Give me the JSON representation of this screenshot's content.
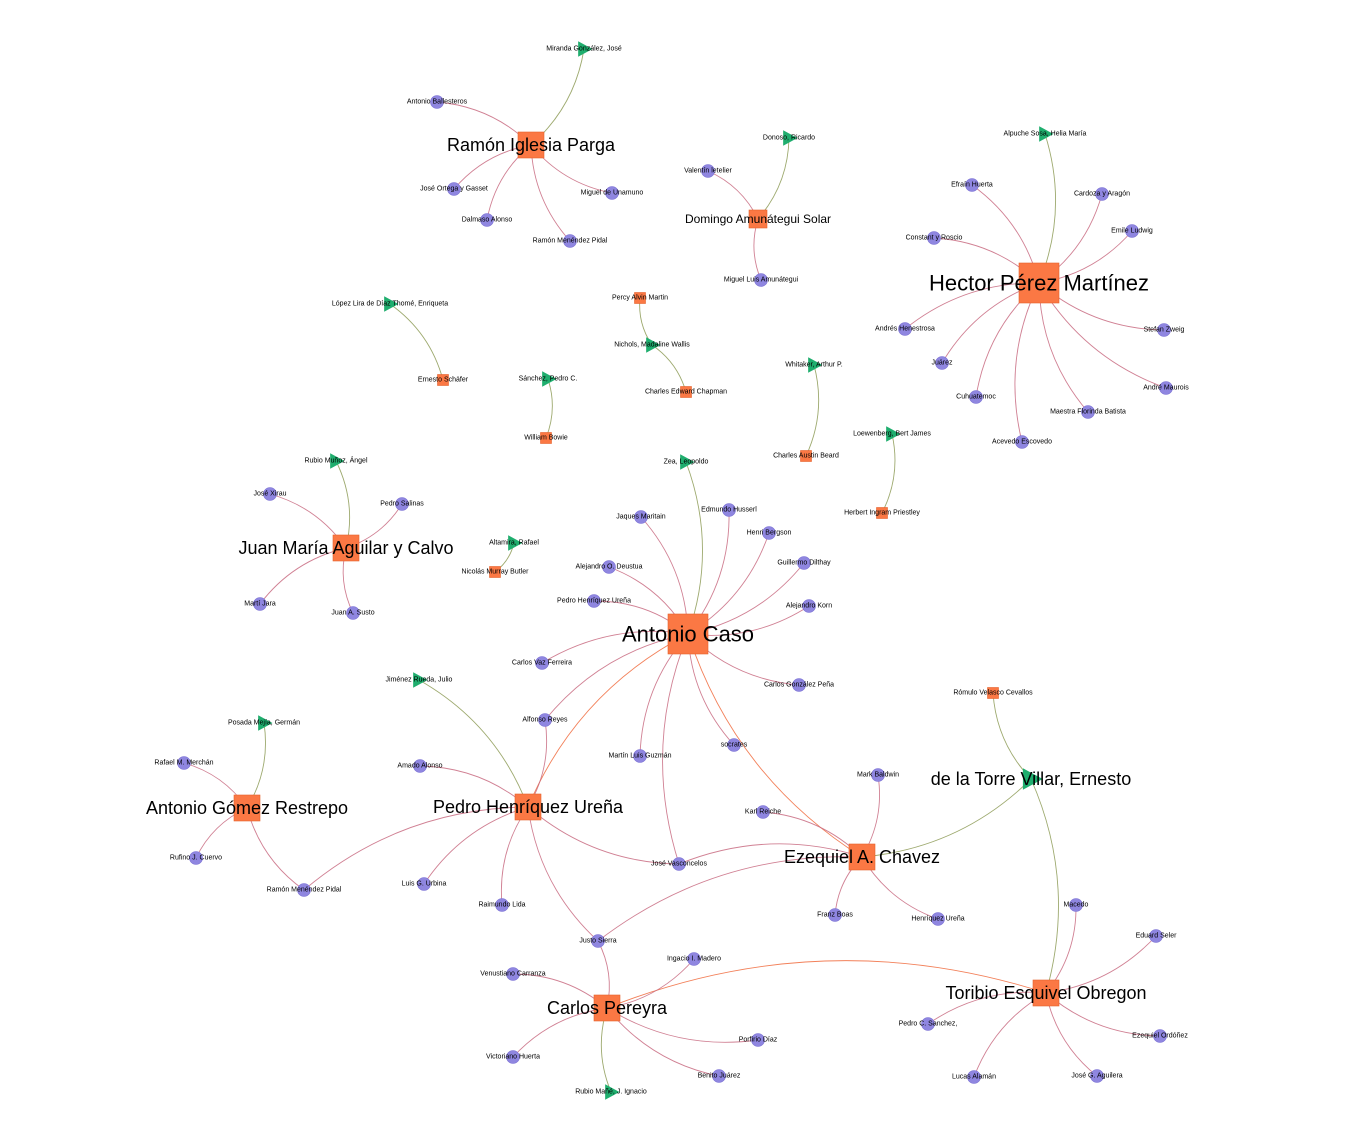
{
  "colors": {
    "person": "#8f86e0",
    "person_stroke": "#7a70d4",
    "author": "#fb7844",
    "author_stroke": "#e5612c",
    "translator": "#1fae6e",
    "edge_person": "#c86a80",
    "edge_translator": "#8c9a55",
    "edge_author": "#f06a3c"
  },
  "nodes": [
    {
      "id": "caso",
      "label": "Antonio Caso",
      "type": "author",
      "size": "huge"
    },
    {
      "id": "hpm",
      "label": "Hector Pérez Martínez",
      "type": "author",
      "size": "huge"
    },
    {
      "id": "phu",
      "label": "Pedro Henríquez Ureña",
      "type": "author",
      "size": "big"
    },
    {
      "id": "eac",
      "label": "Ezequiel A. Chavez",
      "type": "author",
      "size": "big"
    },
    {
      "id": "teo",
      "label": "Toribio Esquivel Obregon",
      "type": "author",
      "size": "big"
    },
    {
      "id": "cp",
      "label": "Carlos Pereyra",
      "type": "author",
      "size": "big"
    },
    {
      "id": "rip",
      "label": "Ramón Iglesia Parga",
      "type": "author",
      "size": "big"
    },
    {
      "id": "das",
      "label": "Domingo Amunátegui Solar",
      "type": "author",
      "size": "med"
    },
    {
      "id": "jmac",
      "label": "Juan María Aguilar y Calvo",
      "type": "author",
      "size": "big"
    },
    {
      "id": "agr",
      "label": "Antonio Gómez Restrepo",
      "type": "author",
      "size": "big"
    },
    {
      "id": "es",
      "label": "Ernesto Schäfer",
      "type": "author",
      "size": "small"
    },
    {
      "id": "pam",
      "label": "Percy Alvin Martin",
      "type": "author",
      "size": "small"
    },
    {
      "id": "cec",
      "label": "Charles Edward Chapman",
      "type": "author",
      "size": "small"
    },
    {
      "id": "wb",
      "label": "William Bowie",
      "type": "author",
      "size": "small"
    },
    {
      "id": "cab",
      "label": "Charles Austin Beard",
      "type": "author",
      "size": "small"
    },
    {
      "id": "hip",
      "label": "Herbert Ingram Priestley",
      "type": "author",
      "size": "small"
    },
    {
      "id": "nmb",
      "label": "Nicolás Murray Butler",
      "type": "author",
      "size": "small"
    },
    {
      "id": "rvc",
      "label": "Rómulo Velasco Cevallos",
      "type": "author",
      "size": "small"
    },
    {
      "id": "t_mgj",
      "label": "Miranda González, José",
      "type": "translator",
      "size": "small"
    },
    {
      "id": "t_dr",
      "label": "Donoso, Ricardo",
      "type": "translator",
      "size": "small"
    },
    {
      "id": "t_ash",
      "label": "Alpuche Sosa, Helia María",
      "type": "translator",
      "size": "small"
    },
    {
      "id": "t_lld",
      "label": "López Lira de Díaz Thomé, Enriqueta",
      "type": "translator",
      "size": "small"
    },
    {
      "id": "t_nmw",
      "label": "Nichols, Madaline Wallis",
      "type": "translator",
      "size": "small"
    },
    {
      "id": "t_spc",
      "label": "Sánchez, Pedro C.",
      "type": "translator",
      "size": "small"
    },
    {
      "id": "t_wap",
      "label": "Whitaker, Arthur P.",
      "type": "translator",
      "size": "small"
    },
    {
      "id": "t_lbj",
      "label": "Loewenberg, Bert James",
      "type": "translator",
      "size": "small"
    },
    {
      "id": "t_rma",
      "label": "Rubio Muñoz, Ángel",
      "type": "translator",
      "size": "small"
    },
    {
      "id": "t_zl",
      "label": "Zea, Leopoldo",
      "type": "translator",
      "size": "small"
    },
    {
      "id": "t_ar",
      "label": "Altamira, Rafael",
      "type": "translator",
      "size": "small"
    },
    {
      "id": "t_jrj",
      "label": "Jiménez Rueda, Julio",
      "type": "translator",
      "size": "small"
    },
    {
      "id": "t_pmg",
      "label": "Posada Mejía, Germán",
      "type": "translator",
      "size": "small"
    },
    {
      "id": "t_tve",
      "label": "de la Torre Villar, Ernesto",
      "type": "translator",
      "size": "big"
    },
    {
      "id": "t_rmji",
      "label": "Rubio Mañé, J. Ignacio",
      "type": "translator",
      "size": "small"
    },
    {
      "id": "p_ab",
      "label": "Antonio Ballesteros",
      "type": "person"
    },
    {
      "id": "p_jog",
      "label": "José Ortega y Gasset",
      "type": "person"
    },
    {
      "id": "p_mu",
      "label": "Miguel de Unamuno",
      "type": "person"
    },
    {
      "id": "p_da",
      "label": "Dalmaso Alonso",
      "type": "person"
    },
    {
      "id": "p_rmp1",
      "label": "Ramón Menéndez Pidal",
      "type": "person"
    },
    {
      "id": "p_vl",
      "label": "Valentín letelier",
      "type": "person"
    },
    {
      "id": "p_mla",
      "label": "Miguel Luis Amunátegui",
      "type": "person"
    },
    {
      "id": "p_eh",
      "label": "Efraín Huerta",
      "type": "person"
    },
    {
      "id": "p_cya",
      "label": "Cardoza y Aragón",
      "type": "person"
    },
    {
      "id": "p_cyr",
      "label": "Constant y Roscio",
      "type": "person"
    },
    {
      "id": "p_el",
      "label": "Emile Ludwig",
      "type": "person"
    },
    {
      "id": "p_ah",
      "label": "Andrés Henestrosa",
      "type": "person"
    },
    {
      "id": "p_sz",
      "label": "Stefan Zweig",
      "type": "person"
    },
    {
      "id": "p_ju",
      "label": "Juárez",
      "type": "person"
    },
    {
      "id": "p_am",
      "label": "André Maurois",
      "type": "person"
    },
    {
      "id": "p_cu",
      "label": "Cuhuatemoc",
      "type": "person"
    },
    {
      "id": "p_mfb",
      "label": "Maestra Florinda Batista",
      "type": "person"
    },
    {
      "id": "p_ae",
      "label": "Acevedo Escovedo",
      "type": "person"
    },
    {
      "id": "p_jx",
      "label": "José Xirau",
      "type": "person"
    },
    {
      "id": "p_ps",
      "label": "Pedro Salinas",
      "type": "person"
    },
    {
      "id": "p_mj",
      "label": "Martí Jara",
      "type": "person"
    },
    {
      "id": "p_jas",
      "label": "Juan A. Susto",
      "type": "person"
    },
    {
      "id": "p_jm",
      "label": "Jaques Maritain",
      "type": "person"
    },
    {
      "id": "p_ehu",
      "label": "Edmundo Husserl",
      "type": "person"
    },
    {
      "id": "p_hb",
      "label": "Henri Bergson",
      "type": "person"
    },
    {
      "id": "p_aod",
      "label": "Alejandro O. Deustua",
      "type": "person"
    },
    {
      "id": "p_gd",
      "label": "Guillermo Dilthay",
      "type": "person"
    },
    {
      "id": "p_phu2",
      "label": "Pedro Henríquez Ureña",
      "type": "person"
    },
    {
      "id": "p_ak",
      "label": "Alejandro Korn",
      "type": "person"
    },
    {
      "id": "p_cvf",
      "label": "Carlos Vaz Ferreira",
      "type": "person"
    },
    {
      "id": "p_cgp",
      "label": "Carlos González Peña",
      "type": "person"
    },
    {
      "id": "p_ar",
      "label": "Alfonso Reyes",
      "type": "person"
    },
    {
      "id": "p_mlg",
      "label": "Martín Luis Guzmán",
      "type": "person"
    },
    {
      "id": "p_so",
      "label": "socrates",
      "type": "person"
    },
    {
      "id": "p_aa",
      "label": "Amado Alonso",
      "type": "person"
    },
    {
      "id": "p_rmm",
      "label": "Rafael M. Merchán",
      "type": "person"
    },
    {
      "id": "p_rjc",
      "label": "Rufino J. Cuervo",
      "type": "person"
    },
    {
      "id": "p_rmp2",
      "label": "Ramón Menéndez Pidal",
      "type": "person"
    },
    {
      "id": "p_lgu",
      "label": "Luis G. Urbina",
      "type": "person"
    },
    {
      "id": "p_rl",
      "label": "Raimundo Lida",
      "type": "person"
    },
    {
      "id": "p_jv",
      "label": "José Vasconcelos",
      "type": "person"
    },
    {
      "id": "p_mb",
      "label": "Mark Baldwin",
      "type": "person"
    },
    {
      "id": "p_kr",
      "label": "Karl Reiche",
      "type": "person"
    },
    {
      "id": "p_fb",
      "label": "Franz Boas",
      "type": "person"
    },
    {
      "id": "p_heu",
      "label": "Henríquez Ureña",
      "type": "person"
    },
    {
      "id": "p_js",
      "label": "Justo Sierra",
      "type": "person"
    },
    {
      "id": "p_vc",
      "label": "Venustiano Carranza",
      "type": "person"
    },
    {
      "id": "p_iim",
      "label": "Ingacio I. Madero",
      "type": "person"
    },
    {
      "id": "p_pd",
      "label": "Porfirio Díaz",
      "type": "person"
    },
    {
      "id": "p_vh",
      "label": "Victoriano Huerta",
      "type": "person"
    },
    {
      "id": "p_bj",
      "label": "Benito Juárez",
      "type": "person"
    },
    {
      "id": "p_ma",
      "label": "Macedo",
      "type": "person"
    },
    {
      "id": "p_es",
      "label": "Eduard Seler",
      "type": "person"
    },
    {
      "id": "p_pcs",
      "label": "Pedro C. Sanchez,",
      "type": "person"
    },
    {
      "id": "p_eo",
      "label": "Ezequiel Ordóñez",
      "type": "person"
    },
    {
      "id": "p_la",
      "label": "Lucas Alamán",
      "type": "person"
    },
    {
      "id": "p_jga",
      "label": "José G. Aguilera",
      "type": "person"
    }
  ],
  "edges": [
    [
      "rip",
      "p_ab"
    ],
    [
      "rip",
      "p_jog"
    ],
    [
      "rip",
      "p_mu"
    ],
    [
      "rip",
      "p_da"
    ],
    [
      "rip",
      "p_rmp1"
    ],
    [
      "rip",
      "t_mgj"
    ],
    [
      "das",
      "p_vl"
    ],
    [
      "das",
      "p_mla"
    ],
    [
      "das",
      "t_dr"
    ],
    [
      "hpm",
      "t_ash"
    ],
    [
      "hpm",
      "p_eh"
    ],
    [
      "hpm",
      "p_cya"
    ],
    [
      "hpm",
      "p_cyr"
    ],
    [
      "hpm",
      "p_el"
    ],
    [
      "hpm",
      "p_ah"
    ],
    [
      "hpm",
      "p_sz"
    ],
    [
      "hpm",
      "p_ju"
    ],
    [
      "hpm",
      "p_am"
    ],
    [
      "hpm",
      "p_cu"
    ],
    [
      "hpm",
      "p_mfb"
    ],
    [
      "hpm",
      "p_ae"
    ],
    [
      "es",
      "t_lld"
    ],
    [
      "pam",
      "t_nmw"
    ],
    [
      "cec",
      "t_nmw"
    ],
    [
      "wb",
      "t_spc"
    ],
    [
      "cab",
      "t_wap"
    ],
    [
      "hip",
      "t_lbj"
    ],
    [
      "nmb",
      "t_ar"
    ],
    [
      "jmac",
      "t_rma"
    ],
    [
      "jmac",
      "p_jx"
    ],
    [
      "jmac",
      "p_ps"
    ],
    [
      "jmac",
      "p_mj"
    ],
    [
      "jmac",
      "p_jas"
    ],
    [
      "caso",
      "t_zl"
    ],
    [
      "caso",
      "p_jm"
    ],
    [
      "caso",
      "p_ehu"
    ],
    [
      "caso",
      "p_hb"
    ],
    [
      "caso",
      "p_aod"
    ],
    [
      "caso",
      "p_gd"
    ],
    [
      "caso",
      "p_phu2"
    ],
    [
      "caso",
      "p_ak"
    ],
    [
      "caso",
      "p_cvf"
    ],
    [
      "caso",
      "p_cgp"
    ],
    [
      "caso",
      "p_ar"
    ],
    [
      "caso",
      "p_mlg"
    ],
    [
      "caso",
      "p_so"
    ],
    [
      "caso",
      "p_jv"
    ],
    [
      "caso",
      "phu"
    ],
    [
      "caso",
      "eac"
    ],
    [
      "phu",
      "t_jrj"
    ],
    [
      "phu",
      "p_ar"
    ],
    [
      "phu",
      "p_aa"
    ],
    [
      "phu",
      "p_lgu"
    ],
    [
      "phu",
      "p_rl"
    ],
    [
      "phu",
      "p_jv"
    ],
    [
      "phu",
      "p_js"
    ],
    [
      "phu",
      "p_rmp2"
    ],
    [
      "agr",
      "t_pmg"
    ],
    [
      "agr",
      "p_rmm"
    ],
    [
      "agr",
      "p_rjc"
    ],
    [
      "agr",
      "p_rmp2"
    ],
    [
      "eac",
      "p_mb"
    ],
    [
      "eac",
      "p_kr"
    ],
    [
      "eac",
      "p_fb"
    ],
    [
      "eac",
      "p_heu"
    ],
    [
      "eac",
      "p_jv"
    ],
    [
      "eac",
      "p_js"
    ],
    [
      "eac",
      "t_tve"
    ],
    [
      "rvc",
      "t_tve"
    ],
    [
      "teo",
      "t_tve"
    ],
    [
      "teo",
      "p_ma"
    ],
    [
      "teo",
      "p_es"
    ],
    [
      "teo",
      "p_pcs"
    ],
    [
      "teo",
      "p_eo"
    ],
    [
      "teo",
      "p_la"
    ],
    [
      "teo",
      "p_jga"
    ],
    [
      "teo",
      "cp"
    ],
    [
      "cp",
      "p_js"
    ],
    [
      "cp",
      "p_vc"
    ],
    [
      "cp",
      "p_iim"
    ],
    [
      "cp",
      "p_pd"
    ],
    [
      "cp",
      "p_vh"
    ],
    [
      "cp",
      "p_bj"
    ],
    [
      "cp",
      "t_rmji"
    ]
  ]
}
